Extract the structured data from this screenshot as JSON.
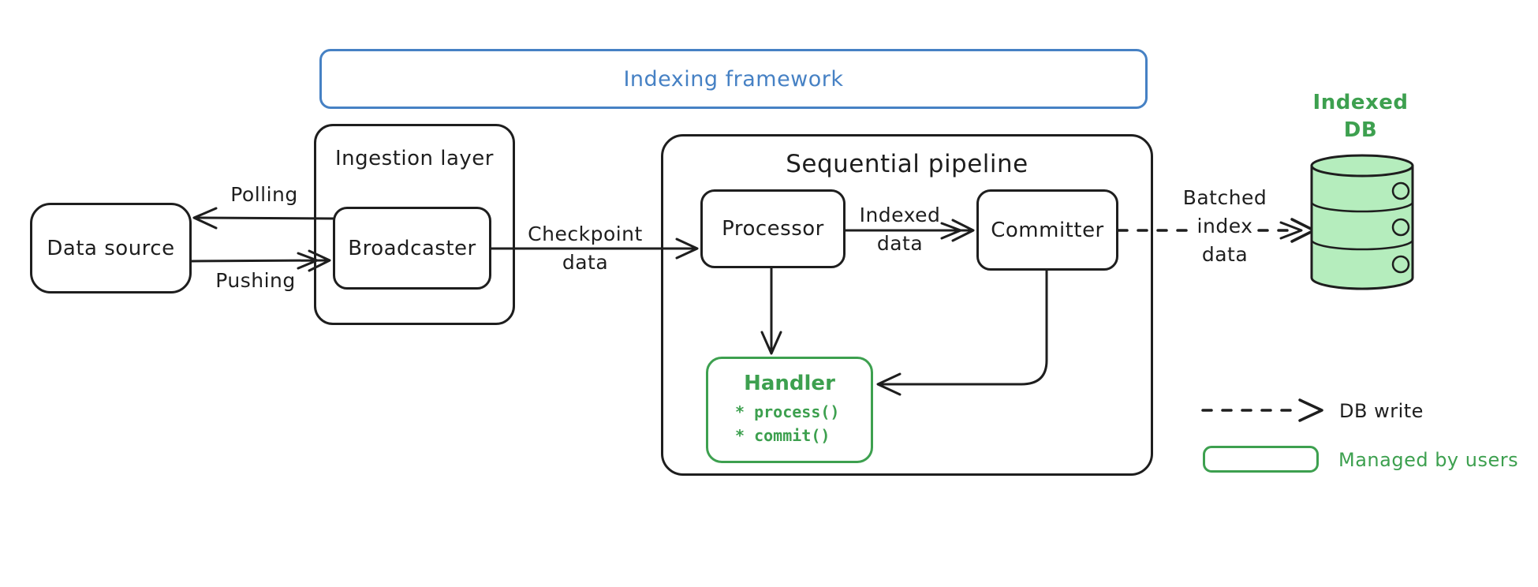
{
  "framework": {
    "label": "Indexing framework"
  },
  "nodes": {
    "data_source": {
      "label": "Data source"
    },
    "ingestion_layer": {
      "label": "Ingestion layer"
    },
    "broadcaster": {
      "label": "Broadcaster"
    },
    "sequential_pipeline": {
      "label": "Sequential pipeline"
    },
    "processor": {
      "label": "Processor"
    },
    "committer": {
      "label": "Committer"
    },
    "handler": {
      "label": "Handler",
      "methods": [
        "* process()",
        "* commit()"
      ]
    },
    "indexed_db": {
      "label": "Indexed\nDB"
    }
  },
  "edges": {
    "polling": {
      "label": "Polling"
    },
    "pushing": {
      "label": "Pushing"
    },
    "checkpoint_data": {
      "label": "Checkpoint\ndata"
    },
    "indexed_data": {
      "label": "Indexed\ndata"
    },
    "batched_index_data": {
      "label": "Batched\nindex\ndata"
    }
  },
  "legend": {
    "db_write": {
      "label": "DB write"
    },
    "managed_by_users": {
      "label": "Managed by users"
    }
  },
  "colors": {
    "ink": "#1e1e1e",
    "blue": "#4681c4",
    "green": "#3da04f",
    "green_fill": "#b5edbd"
  }
}
